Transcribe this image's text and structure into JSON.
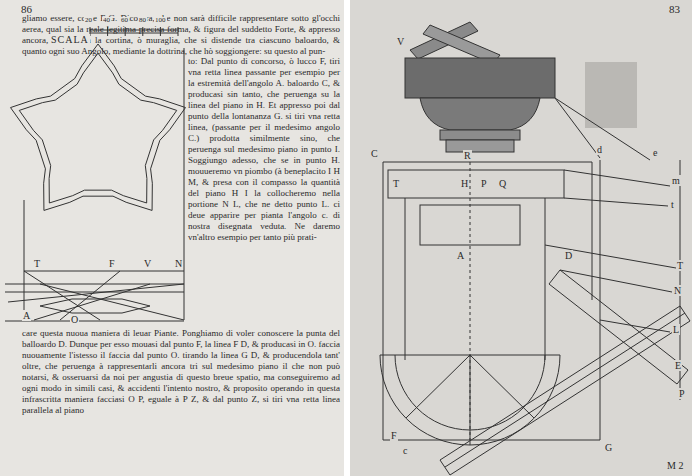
{
  "diagram": {
    "labels": [
      "86",
      "gliamo essere, come F G. Dico ora, che non sarà difficile rappresentare sotto gl'occhi aerea, qual sia la reale legitima precisa forma, & figura del suddetto Forte, & appresso ancora, quanta sia la cortina, ò muraglia, che si distende tra ciascuno baloardo, & quanto ogni suo Angolo, mediante la dottrina, che hò soggiongere: su questo al pun-",
      "to: Dal punto di concorso, ò lucco F, tiri vna retta linea passante per esempio per la estremità dell'angolo A. baloardo C, & producasi sin tanto, che peruenga su la linea del piano in H. Et appresso poi dal punto della lontananza G. si tiri vna retta linea, (passante per il medesimo angolo C.) prodotta similmente sino, che peruenga sul medesimo piano in punto I. Soggiungo adesso, che se in punto H. mouueremo vn piombo (à beneplacito I H M, & presa con il compasso la quantità del piano H I la collocheremo nella portione N L, che ne detto punto L. ci deue apparire per pianta l'angolo c. di nostra disegnata veduta. Ne daremo vn'altro esempio per tanto più prati-",
      "care questa nuoua maniera di leuar Piante. Ponghiamo di voler conoscere la punta del balloardo D. Dunque per esso mouasi dal punto F, la linea F D, & producasi in O. faccia nuouamente l'istesso il faccia dal punto O. tirando la linea G D, & producendola tant' oltre, che peruenga à rappresentarli ancora tri sul medesimo piano il che non può notarsi, & osseruarsi da noi per angustia di questo breue spatio, ma conseguiremo ad ogni modo in simili casi, & accidenti l'intento nostro, & proposito operando in questa infrascritta maniera facciasi O P, eguale à P Z, & dal punto Z, si tiri vna retta linea parallela al piano",
      "SCALA",
      "20",
      "40",
      "60",
      "80",
      "100",
      "T",
      "F",
      "V",
      "N",
      "A",
      "O",
      "83",
      "V",
      "C",
      "R",
      "d",
      "e",
      "m",
      "t",
      "T",
      "H",
      "P",
      "Q",
      "A",
      "D",
      "T",
      "N",
      "L",
      "E",
      "P",
      "F",
      "c",
      "G",
      "M 2"
    ]
  }
}
